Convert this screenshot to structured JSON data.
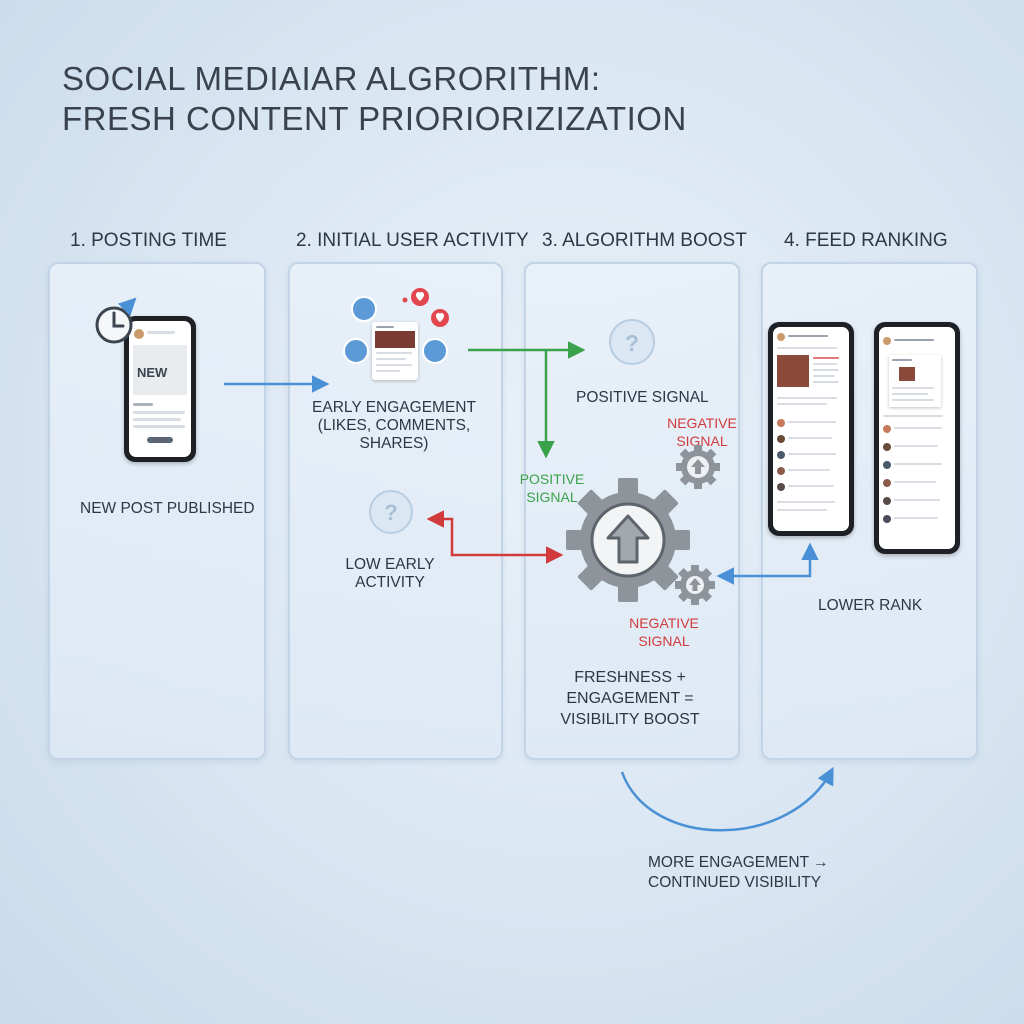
{
  "title": {
    "line1": "SOCIAL MEDIAIAR  ALGRORITHM:",
    "line2": "FRESH CONTENT PRIORIORIZIZATION"
  },
  "steps": [
    {
      "heading": "1. POSTING TIME",
      "caption": "NEW POST PUBLISHED",
      "phone_badge": "NEW"
    },
    {
      "heading": "2. INITIAL USER ACTIVITY",
      "caption_lines": [
        "EARLY ENGAGEMENT",
        "(LIKES, COMMENTS,",
        "SHARES)"
      ],
      "low_lines": [
        "LOW EARLY",
        "ACTIVITY"
      ]
    },
    {
      "heading": "3. ALGORITHM BOOST",
      "positive_signal_top": "POSITIVE SIGNAL",
      "negative_signal_top": [
        "NEGATIVE",
        "SIGNAL"
      ],
      "positive_signal_left": [
        "POSITIVE",
        "SIGNAL"
      ],
      "negative_signal_bottom": [
        "NEGATIVE",
        "SIGNAL"
      ],
      "formula_lines": [
        "FRESHNESS +",
        "ENGAGEMENT =",
        "VISIBILITY BOOST"
      ]
    },
    {
      "heading": "4. FEED RANKING",
      "caption": "LOWER RANK"
    }
  ],
  "footer": {
    "lines": [
      "MORE ENGAGEMENT →",
      "CONTINUED VISIBILITY"
    ]
  },
  "colors": {
    "blue_arrow": "#4a90d6",
    "green_arrow": "#3aa24a",
    "red_arrow": "#d23b3b",
    "gear": "#8e949a",
    "heart": "#e2474f"
  },
  "icons": [
    "clock-icon",
    "question-icon",
    "gear-icon",
    "heart-icon",
    "up-arrow-icon"
  ]
}
